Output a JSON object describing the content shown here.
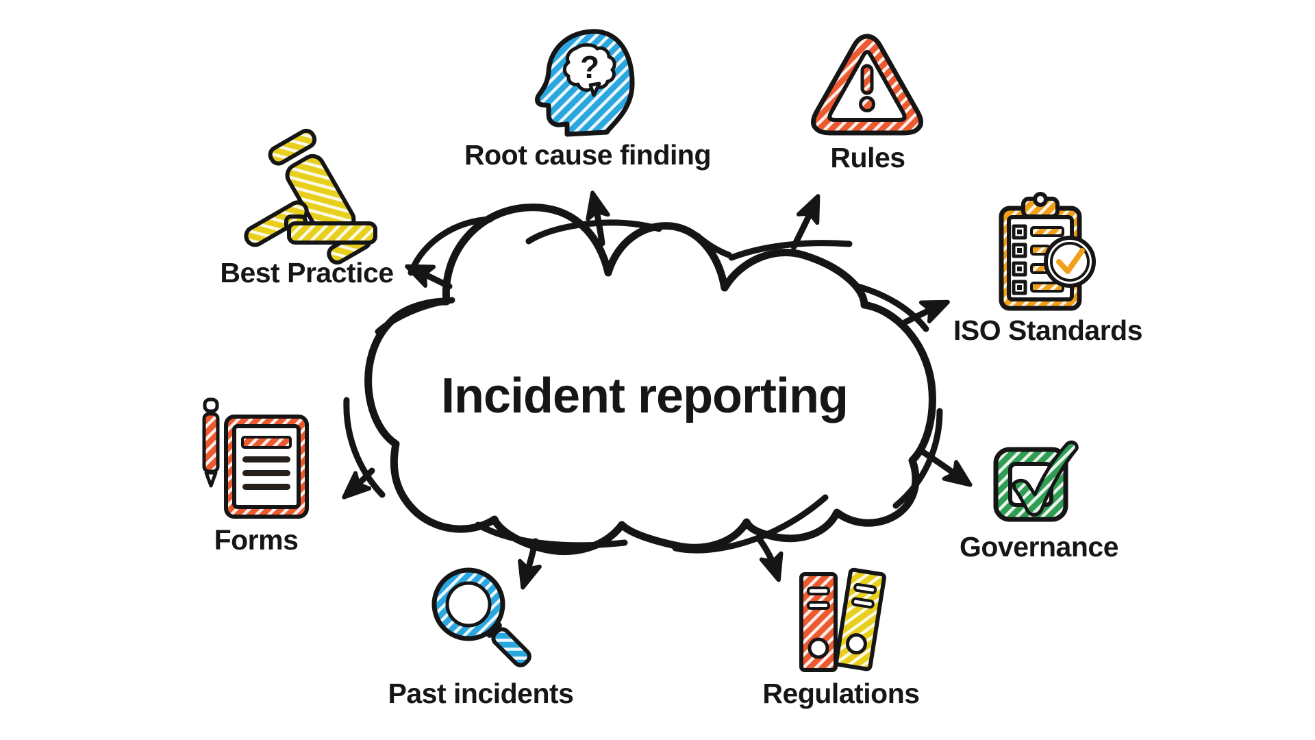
{
  "title": "Incident reporting",
  "glyphs": {
    "question_mark": "?"
  },
  "nodes": [
    {
      "id": "root-cause-finding",
      "label": "Root cause finding",
      "icon": "head-brain-question-icon",
      "color": "#2ba7e0"
    },
    {
      "id": "rules",
      "label": "Rules",
      "icon": "warning-triangle-icon",
      "color": "#ee5a30"
    },
    {
      "id": "iso-standards",
      "label": "ISO Standards",
      "icon": "clipboard-checklist-icon",
      "color": "#f2a019"
    },
    {
      "id": "governance",
      "label": "Governance",
      "icon": "checkbox-check-icon",
      "color": "#2f9e52"
    },
    {
      "id": "regulations",
      "label": "Regulations",
      "icon": "ring-binders-icon",
      "colors": [
        "#ee5a30",
        "#e8cf1e"
      ]
    },
    {
      "id": "past-incidents",
      "label": "Past incidents",
      "icon": "magnifying-glass-icon",
      "color": "#2ba7e0"
    },
    {
      "id": "forms",
      "label": "Forms",
      "icon": "document-pen-icon",
      "color": "#ee5a30"
    },
    {
      "id": "best-practice",
      "label": "Best Practice",
      "icon": "gavel-icon",
      "color": "#e8cf1e"
    }
  ],
  "palette": {
    "outline": "#151515",
    "blue": "#2ba7e0",
    "red_orange": "#ee5a30",
    "orange": "#f2a019",
    "yellow": "#e8cf1e",
    "green": "#2f9e52",
    "background": "#ffffff"
  }
}
